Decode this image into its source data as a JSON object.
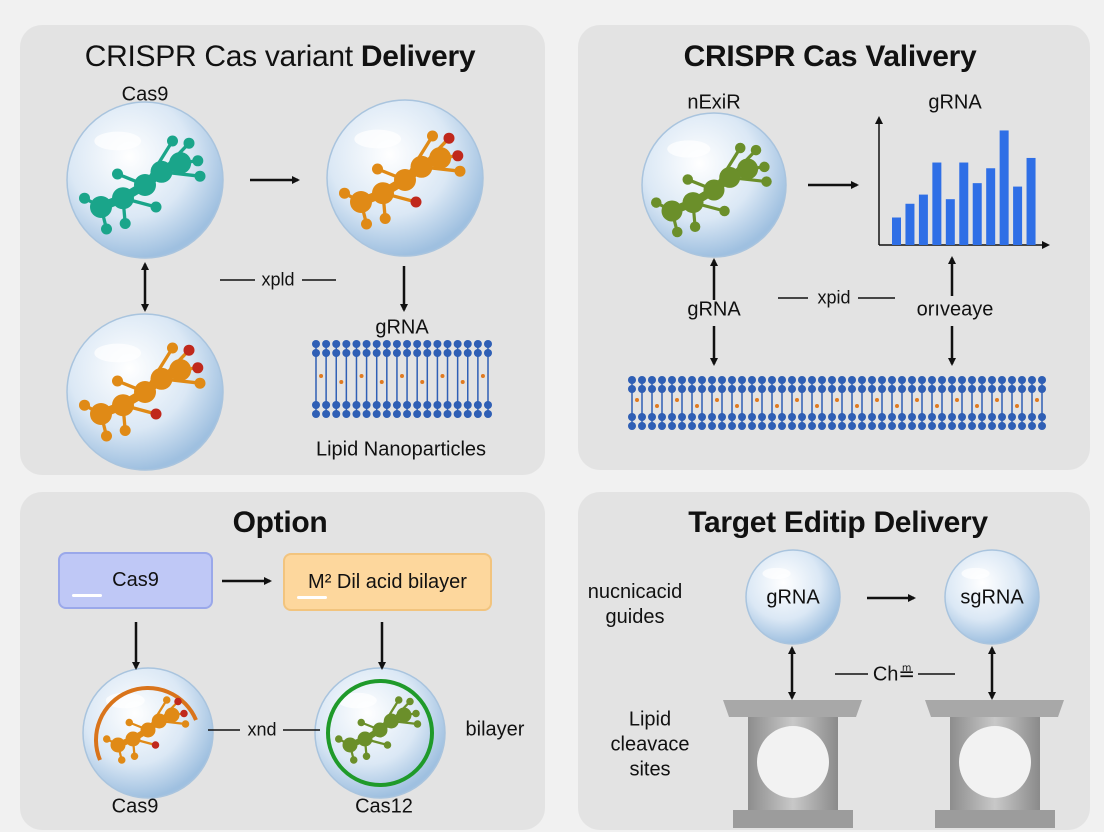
{
  "panels": {
    "top_left": {
      "title_prefix": "CRISPR Cas variant ",
      "title_bold": "Delivery",
      "cas9_label": "Cas9",
      "link_label": "xpld",
      "grna_label": "gRNA",
      "bilayer_label": "Lipid Nanoparticles"
    },
    "top_right": {
      "title": "CRISPR Cas Valivery",
      "sphere_label": "nExiR",
      "chart_label": "gRNA",
      "grna_label": "gRNA",
      "link_label": "xpid",
      "right_label": "orıveaye"
    },
    "bottom_left": {
      "title": "Option",
      "box1_label": "Cas9",
      "box2_label": "M² Dil acid bilayer",
      "link_label": "xnd",
      "side_label": "bilayer",
      "sphere1_label": "Cas9",
      "sphere2_label": "Cas12"
    },
    "bottom_right": {
      "title": "Target Editip Delivery",
      "guides_label_1": "nucnicacid",
      "guides_label_2": "guides",
      "sphere1_label": "gRNA",
      "sphere2_label": "sgRNA",
      "link_label": "Ch≞",
      "sites_label_1": "Lipid",
      "sites_label_2": "cleavace",
      "sites_label_3": "sites"
    }
  },
  "chart_data": {
    "type": "bar",
    "values": [
      0.24,
      0.36,
      0.44,
      0.72,
      0.4,
      0.72,
      0.54,
      0.67,
      1.0,
      0.51,
      0.76
    ],
    "ylim": [
      0,
      1.1
    ],
    "grid": false,
    "bar_color": "#2f6fe6"
  },
  "colors": {
    "teal": "#1aa58a",
    "orange": "#e08a16",
    "green": "#6b8f2a",
    "pink": "#c0529a",
    "red": "#c0281c",
    "lipid_head": "#2f5fb5",
    "lipid_tail": "#e07a20"
  }
}
